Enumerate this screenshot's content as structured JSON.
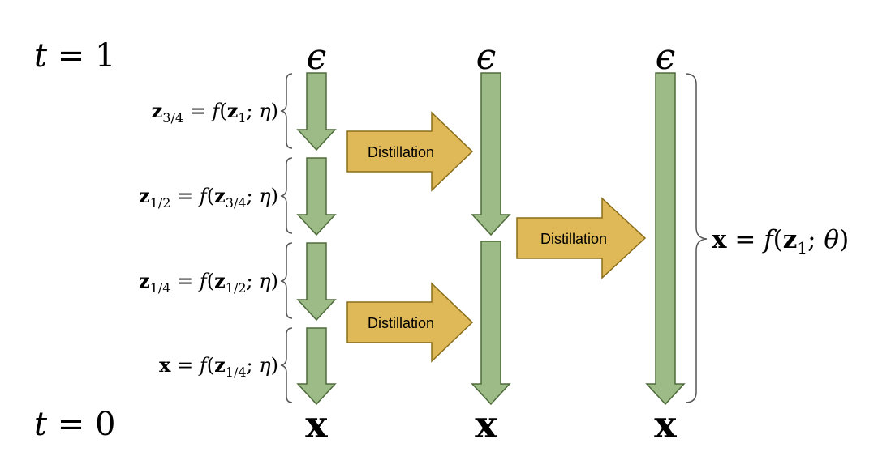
{
  "time_labels": {
    "top": {
      "var": "t",
      "rest": " = 1"
    },
    "bottom": {
      "var": "t",
      "rest": " = 0"
    }
  },
  "column_top_symbol": "ϵ",
  "column_bottom_symbol": "x",
  "step_equations": [
    {
      "lhs_base": "z",
      "lhs_sub": "3/4",
      "f": "f",
      "arg_base": "z",
      "arg_sub": "1",
      "param": "η"
    },
    {
      "lhs_base": "z",
      "lhs_sub": "1/2",
      "f": "f",
      "arg_base": "z",
      "arg_sub": "3/4",
      "param": "η"
    },
    {
      "lhs_base": "z",
      "lhs_sub": "1/4",
      "f": "f",
      "arg_base": "z",
      "arg_sub": "1/2",
      "param": "η"
    },
    {
      "lhs_base": "x",
      "lhs_sub": "",
      "f": "f",
      "arg_base": "z",
      "arg_sub": "1/4",
      "param": "η"
    }
  ],
  "distillation_label": "Distillation",
  "final_equation": {
    "lhs_base": "x",
    "f": "f",
    "arg_base": "z",
    "arg_sub": "1",
    "param": "θ"
  },
  "colors": {
    "arrow_fill": "#9dbb87",
    "arrow_stroke": "#4e6b3a",
    "distill_fill": "#dfb957",
    "distill_stroke": "#8a6d1a",
    "brace": "#555555",
    "text": "#000000"
  }
}
